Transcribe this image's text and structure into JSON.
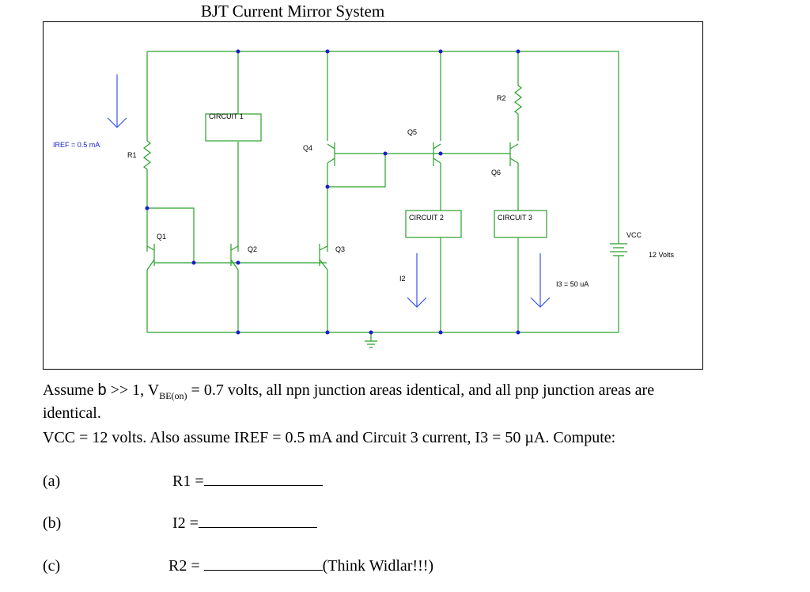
{
  "title": "BJT Current Mirror System",
  "schematic": {
    "iref_label": "IREF = 0.5 mA",
    "r1": "R1",
    "r2": "R2",
    "q1": "Q1",
    "q2": "Q2",
    "q3": "Q3",
    "q4": "Q4",
    "q5": "Q5",
    "q6": "Q6",
    "circuit1": "CIRCUIT 1",
    "circuit2": "CIRCUIT 2",
    "circuit3": "CIRCUIT 3",
    "i2": "I2",
    "i3": "I3 = 50 uA",
    "vcc": "VCC",
    "volts": "12 Volts"
  },
  "problem": {
    "line1_a": "Assume ",
    "line1_beta": "b",
    "line1_b": " >> 1, V",
    "line1_sub": "BE(on)",
    "line1_c": " = 0.7 volts,  all npn  junction areas identical, and all pnp junction areas are",
    "line2": "identical.",
    "line3": "VCC = 12 volts.  Also assume IREF = 0.5 mA and Circuit 3 current, I3  = 50 µA.  Compute:",
    "a_label": "(a)",
    "a_text": "R1  =",
    "b_label": "(b)",
    "b_text": "I2  =",
    "c_label": "(c)",
    "c_text": "R2 = ",
    "c_hint": "(Think Widlar!!!)"
  }
}
